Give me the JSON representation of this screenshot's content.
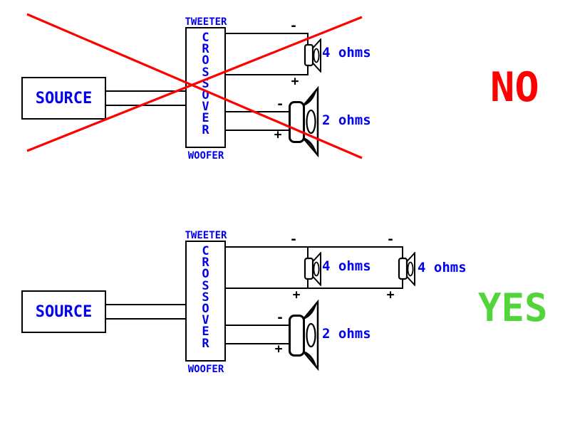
{
  "colors": {
    "wire_black": "#000000",
    "label_blue": "#0000ee",
    "no_red": "#ff0000",
    "yes_green": "#53d43a"
  },
  "no_diagram": {
    "verdict": "NO",
    "source_label": "SOURCE",
    "crossover_label_vertical": "C\nR\nO\nS\nS\nO\nV\nE\nR",
    "tweeter_port_label": "TWEETER",
    "woofer_port_label": "WOOFER",
    "tweeter": {
      "impedance": "4 ohms",
      "minus": "-",
      "plus": "+"
    },
    "woofer": {
      "impedance": "2 ohms",
      "minus": "-",
      "plus": "+"
    }
  },
  "yes_diagram": {
    "verdict": "YES",
    "source_label": "SOURCE",
    "crossover_label_vertical": "C\nR\nO\nS\nS\nO\nV\nE\nR",
    "tweeter_port_label": "TWEETER",
    "woofer_port_label": "WOOFER",
    "tweeter1": {
      "impedance": "4 ohms",
      "minus": "-",
      "plus": "+"
    },
    "tweeter2": {
      "impedance": "4 ohms",
      "minus": "-",
      "plus": "+"
    },
    "woofer": {
      "impedance": "2 ohms",
      "minus": "-",
      "plus": "+"
    }
  }
}
